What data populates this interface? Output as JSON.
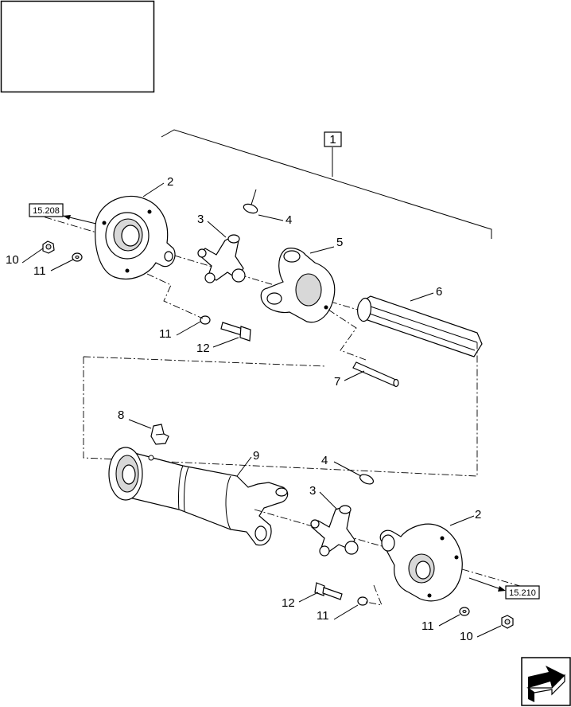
{
  "callouts": {
    "assembly": "1",
    "hub_top": "2",
    "spider_top": "3",
    "ring_top": "4",
    "yoke_top": "5",
    "splined_shaft": "6",
    "roll_pin": "7",
    "grease_fitting": "8",
    "tube_yoke": "9",
    "nut_top": "10",
    "washer_top_left": "11",
    "washer_top_mid": "11",
    "bolt_top": "12",
    "ring_bottom": "4",
    "spider_bottom": "3",
    "hub_bottom": "2",
    "bolt_bottom": "12",
    "washer_bottom_left": "11",
    "washer_bottom_right": "11",
    "nut_bottom": "10"
  },
  "refs": {
    "ref_top": "15.208",
    "ref_bottom": "15.210"
  }
}
